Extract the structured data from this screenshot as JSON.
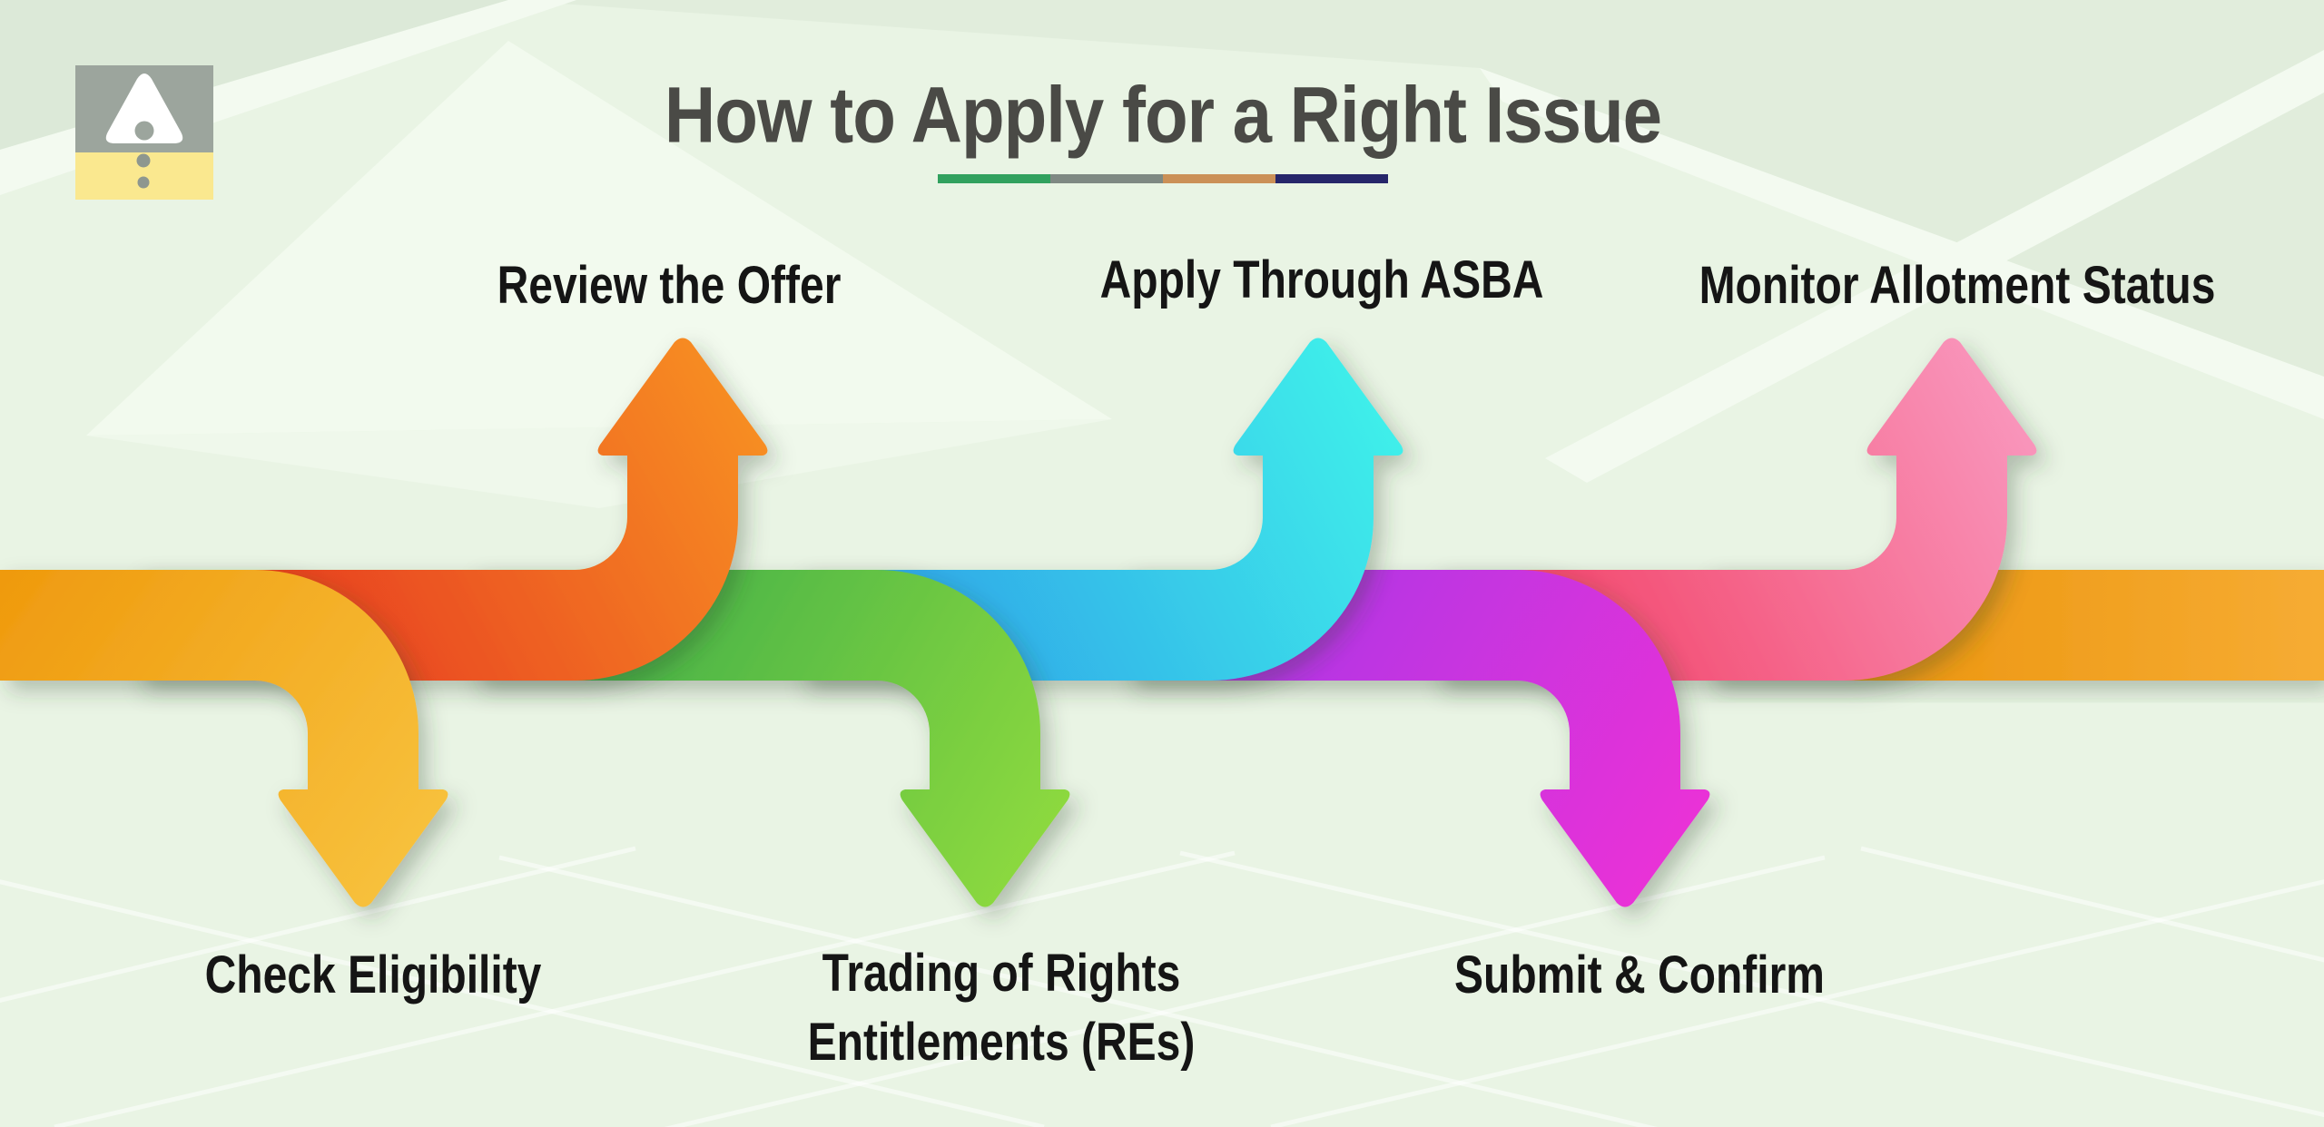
{
  "page": {
    "background_color": "#E9F4E4",
    "facet_dark_color": "#DEEADA",
    "facet_light_color": "#F3FAEF",
    "floor_line_color": "#FFFFFF"
  },
  "header": {
    "title": "How to Apply for a Right Issue",
    "title_color": "#4A4A46",
    "underline_colors": [
      "#31A15E",
      "#7F8983",
      "#CB9057",
      "#26266A"
    ],
    "logo": {
      "top_block_color": "#9CA59D",
      "bottom_block_color": "#FAE88F",
      "triangle_color": "#FFFFFF",
      "dot_color": "#8E978F"
    }
  },
  "ribbon": {
    "tail_color_start": "#E98E04",
    "tail_color_end": "#F6AC33"
  },
  "steps": [
    {
      "label": "Check Eligibility",
      "direction": "down",
      "color_start": "#EF9A0E",
      "color_end": "#F8C440"
    },
    {
      "label": "Review the Offer",
      "direction": "up",
      "color_start": "#E73C1F",
      "color_end": "#F78E23"
    },
    {
      "label": "Trading of Rights Entitlements (REs)",
      "direction": "down",
      "color_start": "#36A94A",
      "color_end": "#90DB3E"
    },
    {
      "label": "Apply Through ASBA",
      "direction": "up",
      "color_start": "#2E9FE8",
      "color_end": "#3FEFEA"
    },
    {
      "label": "Submit & Confirm",
      "direction": "down",
      "color_start": "#A636E8",
      "color_end": "#ED32D6"
    },
    {
      "label": "Monitor Allotment Status",
      "direction": "up",
      "color_start": "#F23E63",
      "color_end": "#F995BB"
    }
  ]
}
